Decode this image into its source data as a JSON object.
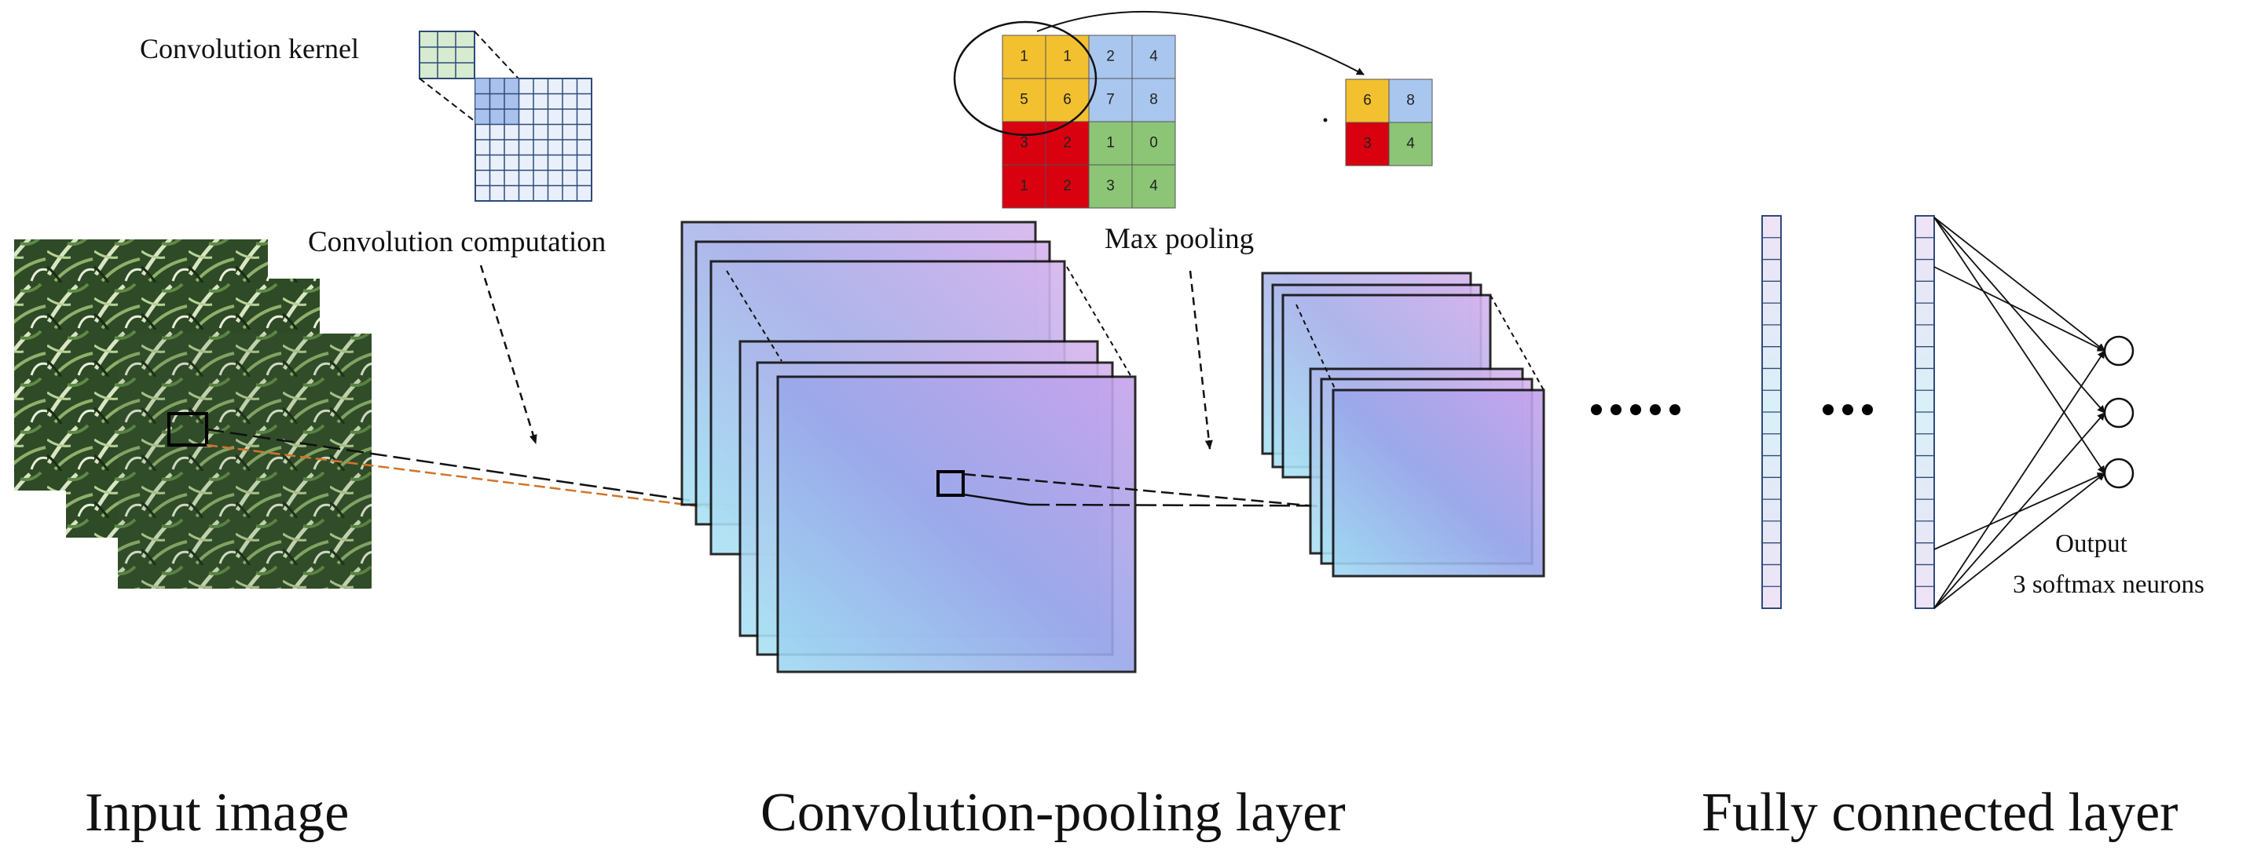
{
  "labels": {
    "convolution_kernel": "Convolution kernel",
    "convolution_computation": "Convolution computation",
    "max_pooling": "Max pooling",
    "output_line1": "Output",
    "output_line2": "3 softmax neurons",
    "section_input": "Input image",
    "section_conv": "Convolution-pooling layer",
    "section_fc": "Fully connected layer"
  },
  "pooling_input": {
    "rows": [
      [
        "1",
        "1",
        "2",
        "4"
      ],
      [
        "5",
        "6",
        "7",
        "8"
      ],
      [
        "3",
        "2",
        "1",
        "0"
      ],
      [
        "1",
        "2",
        "3",
        "4"
      ]
    ],
    "quadrant_colors": [
      "#f3c02f",
      "#a9c6ee",
      "#d9000f",
      "#8cc576"
    ]
  },
  "pooling_output": {
    "rows": [
      [
        "6",
        "8"
      ],
      [
        "3",
        "4"
      ]
    ],
    "quadrant_colors": [
      "#f3c02f",
      "#a9c6ee",
      "#d9000f",
      "#8cc576"
    ]
  },
  "colors": {
    "grid_line": "#2f4a78",
    "kernel_fill": "#d6ebcf",
    "kernel_highlight": "#9cb8ea",
    "grid_fill": "#eaf0fb",
    "map_purple": "#b18ee3",
    "map_blue": "#a7dcf2",
    "orange_line": "#d2742a"
  }
}
